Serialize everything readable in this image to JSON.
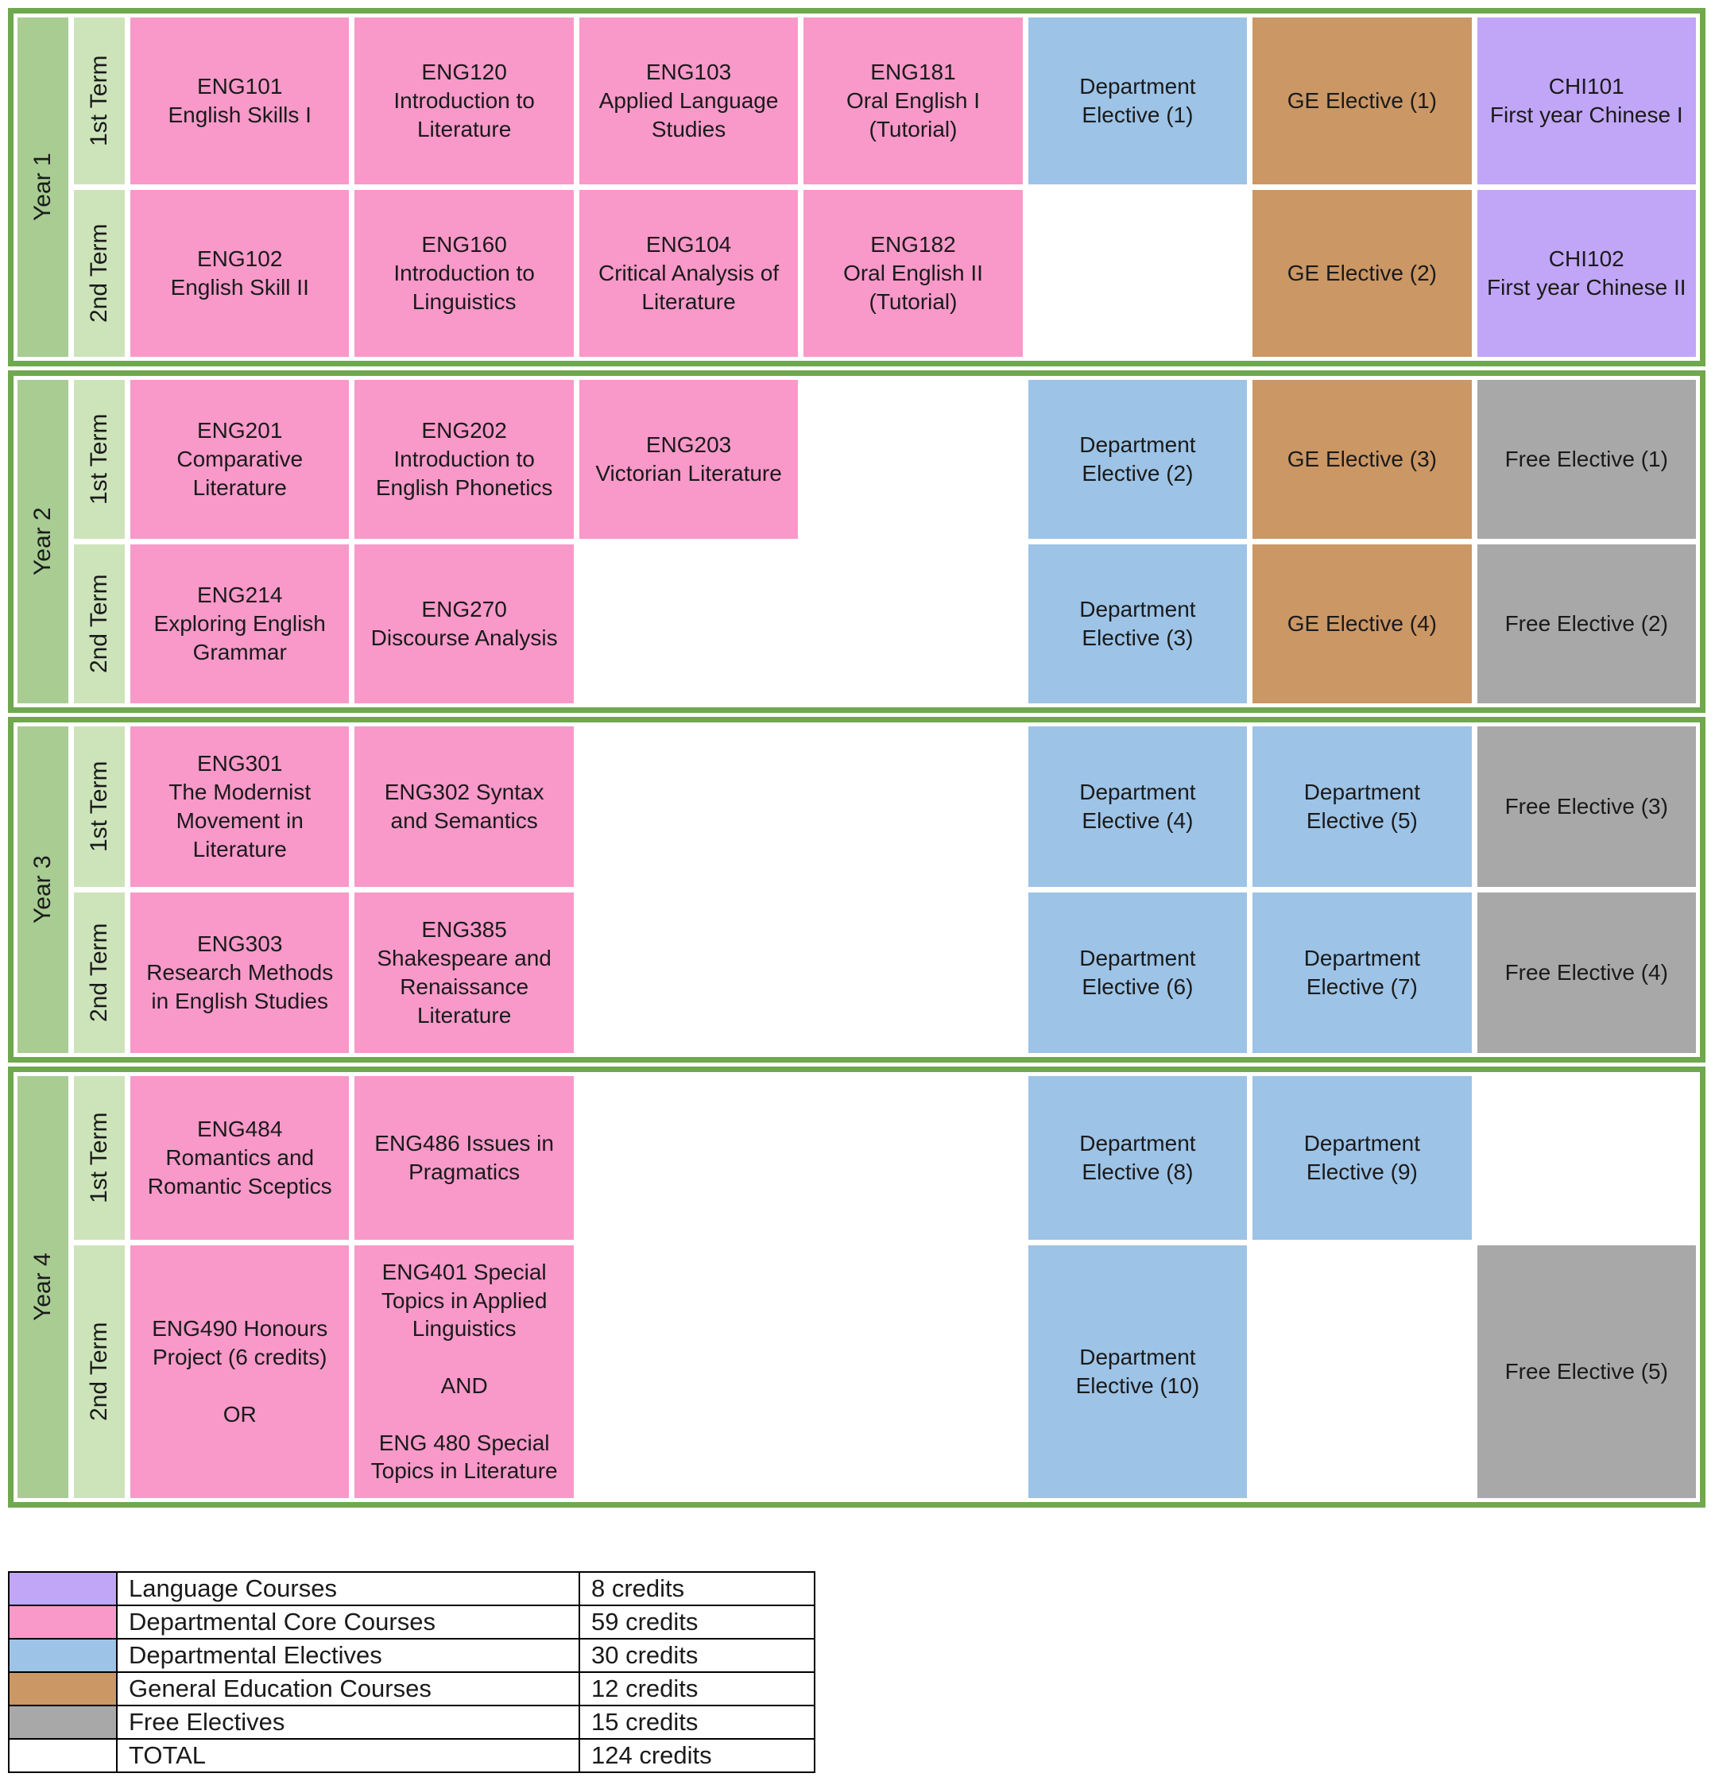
{
  "colors": {
    "departmental_core": "#F899C9",
    "departmental_elective": "#9DC3E6",
    "general_education": "#CB9765",
    "language": "#C1A6F7",
    "free_elective": "#A8A8A8",
    "year_label_bg": "#A8CC92",
    "term_label_bg": "#CDE4BA",
    "block_border": "#6FA84F"
  },
  "years": [
    {
      "label": "Year 1",
      "terms": [
        {
          "label": "1st Term",
          "cells": [
            {
              "type": "core",
              "text": "ENG101\nEnglish Skills I"
            },
            {
              "type": "core",
              "text": "ENG120\nIntroduction to Literature"
            },
            {
              "type": "core",
              "text": "ENG103\nApplied Language Studies"
            },
            {
              "type": "core",
              "text": "ENG181\nOral English I (Tutorial)"
            },
            {
              "type": "dept",
              "text": "Department Elective (1)"
            },
            {
              "type": "ge",
              "text": "GE Elective (1)"
            },
            {
              "type": "lang",
              "text": "CHI101\nFirst year Chinese I"
            }
          ]
        },
        {
          "label": "2nd Term",
          "cells": [
            {
              "type": "core",
              "text": "ENG102\nEnglish Skill II"
            },
            {
              "type": "core",
              "text": "ENG160\nIntroduction to Linguistics"
            },
            {
              "type": "core",
              "text": "ENG104\nCritical Analysis of Literature"
            },
            {
              "type": "core",
              "text": "ENG182\nOral English II (Tutorial)"
            },
            {
              "type": "empty",
              "text": ""
            },
            {
              "type": "ge",
              "text": "GE Elective (2)"
            },
            {
              "type": "lang",
              "text": "CHI102\nFirst year Chinese II"
            }
          ]
        }
      ]
    },
    {
      "label": "Year 2",
      "terms": [
        {
          "label": "1st Term",
          "cells": [
            {
              "type": "core",
              "text": "ENG201\nComparative Literature"
            },
            {
              "type": "core",
              "text": "ENG202\nIntroduction to English Phonetics"
            },
            {
              "type": "core",
              "text": "ENG203\nVictorian Literature"
            },
            {
              "type": "empty",
              "text": ""
            },
            {
              "type": "dept",
              "text": "Department Elective (2)"
            },
            {
              "type": "ge",
              "text": "GE Elective (3)"
            },
            {
              "type": "free",
              "text": "Free Elective (1)"
            }
          ]
        },
        {
          "label": "2nd Term",
          "cells": [
            {
              "type": "core",
              "text": "ENG214\nExploring English Grammar"
            },
            {
              "type": "core",
              "text": "ENG270\nDiscourse Analysis"
            },
            {
              "type": "empty",
              "text": ""
            },
            {
              "type": "empty",
              "text": ""
            },
            {
              "type": "dept",
              "text": "Department Elective (3)"
            },
            {
              "type": "ge",
              "text": "GE Elective (4)"
            },
            {
              "type": "free",
              "text": "Free Elective (2)"
            }
          ]
        }
      ]
    },
    {
      "label": "Year 3",
      "terms": [
        {
          "label": "1st Term",
          "cells": [
            {
              "type": "core",
              "text": "ENG301\nThe Modernist Movement in Literature"
            },
            {
              "type": "core",
              "text": "ENG302 Syntax and Semantics"
            },
            {
              "type": "empty",
              "text": ""
            },
            {
              "type": "empty",
              "text": ""
            },
            {
              "type": "dept",
              "text": "Department Elective (4)"
            },
            {
              "type": "dept",
              "text": "Department Elective (5)"
            },
            {
              "type": "free",
              "text": "Free Elective (3)"
            }
          ]
        },
        {
          "label": "2nd Term",
          "cells": [
            {
              "type": "core",
              "text": "ENG303\nResearch Methods in English Studies"
            },
            {
              "type": "core",
              "text": "ENG385\nShakespeare and Renaissance Literature"
            },
            {
              "type": "empty",
              "text": ""
            },
            {
              "type": "empty",
              "text": ""
            },
            {
              "type": "dept",
              "text": "Department Elective (6)"
            },
            {
              "type": "dept",
              "text": "Department Elective (7)"
            },
            {
              "type": "free",
              "text": "Free Elective (4)"
            }
          ]
        }
      ]
    },
    {
      "label": "Year 4",
      "terms": [
        {
          "label": "1st Term",
          "cells": [
            {
              "type": "core",
              "text": "ENG484\nRomantics and Romantic Sceptics"
            },
            {
              "type": "core",
              "text": "ENG486 Issues in Pragmatics"
            },
            {
              "type": "empty",
              "text": ""
            },
            {
              "type": "empty",
              "text": ""
            },
            {
              "type": "dept",
              "text": "Department Elective (8)"
            },
            {
              "type": "dept",
              "text": "Department Elective (9)"
            },
            {
              "type": "empty",
              "text": ""
            }
          ]
        },
        {
          "label": "2nd Term",
          "cells": [
            {
              "type": "core",
              "text": "ENG490 Honours Project (6 credits)\n\nOR"
            },
            {
              "type": "core",
              "text": "ENG401 Special Topics in Applied Linguistics\n\nAND\n\nENG 480 Special Topics in Literature"
            },
            {
              "type": "empty",
              "text": ""
            },
            {
              "type": "empty",
              "text": ""
            },
            {
              "type": "dept",
              "text": "Department Elective (10)"
            },
            {
              "type": "empty",
              "text": ""
            },
            {
              "type": "free",
              "text": "Free Elective (5)"
            }
          ]
        }
      ]
    }
  ],
  "legend": {
    "rows": [
      {
        "type": "lang",
        "label": "Language Courses",
        "credits": "8 credits"
      },
      {
        "type": "core",
        "label": "Departmental Core Courses",
        "credits": "59 credits"
      },
      {
        "type": "dept",
        "label": "Departmental Electives",
        "credits": "30 credits"
      },
      {
        "type": "ge",
        "label": "General Education Courses",
        "credits": "12 credits"
      },
      {
        "type": "free",
        "label": "Free Electives",
        "credits": "15 credits"
      },
      {
        "label": "TOTAL",
        "credits": "124 credits"
      }
    ]
  }
}
